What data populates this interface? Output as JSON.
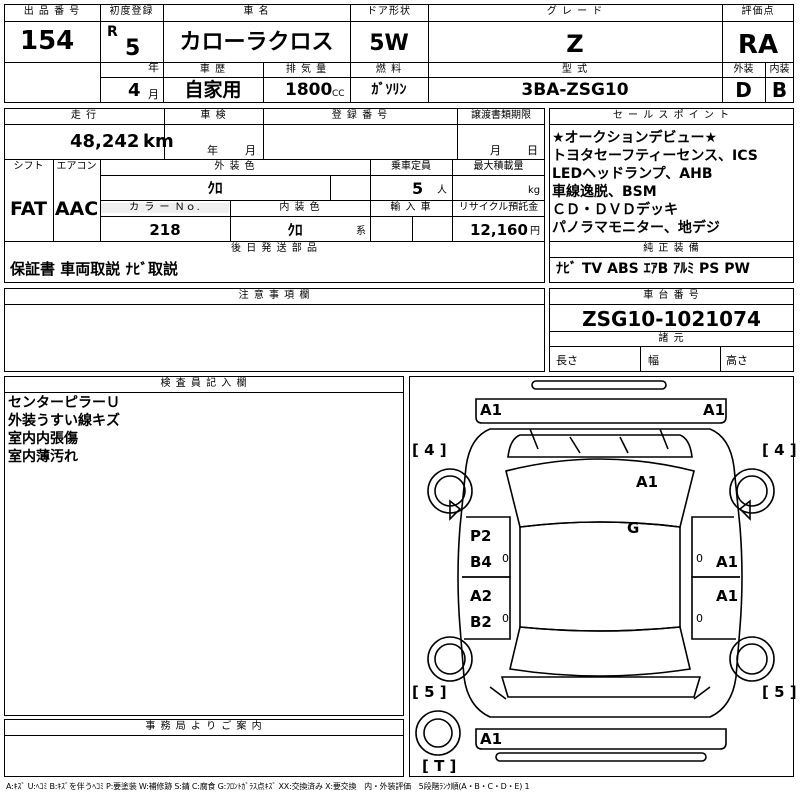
{
  "header": {
    "lot_no_label": "出 品 番 号",
    "lot_no": "154",
    "first_reg_label": "初度登録",
    "era": "R",
    "year": "5",
    "year_unit": "年",
    "month": "4",
    "month_unit": "月",
    "name_label": "車 名",
    "name": "カローラクロス",
    "door_label": "ドア形状",
    "door": "5W",
    "grade_label": "グ レ ー ド",
    "grade": "Z",
    "score_label": "評価点",
    "score": "RA",
    "history_label": "車 歴",
    "history": "自家用",
    "disp_label": "排 気 量",
    "disp": "1800",
    "disp_unit": "CC",
    "fuel_label": "燃 料",
    "fuel": "ｶﾞｿﾘﾝ",
    "model_label": "型 式",
    "model": "3BA-ZSG10",
    "ext_label": "外装",
    "ext": "D",
    "int_label": "内装",
    "int": "B"
  },
  "row2": {
    "mileage_label": "走 行",
    "mileage": "48,242",
    "mileage_unit": "km",
    "inspection_label": "車 検",
    "insp_year": "年",
    "insp_month": "月",
    "regno_label": "登 録 番 号",
    "transfer_label": "譲渡書類期限",
    "transfer_month": "月",
    "transfer_day": "日",
    "shift_label": "シフト",
    "ac_label": "エアコン",
    "shift": "FAT",
    "ac": "AAC",
    "ext_color_label": "外 装 色",
    "ext_color": "ｸﾛ",
    "capacity_label": "乗車定員",
    "capacity": "5",
    "capacity_unit": "人",
    "load_label": "最大積載量",
    "load_unit": "kg",
    "color_no_label": "カ ラ ー Ｎｏ.",
    "color_no": "218",
    "int_color_label": "内 装 色",
    "int_color": "ｸﾛ",
    "int_color_unit": "系",
    "import_label": "輸 入 車",
    "recycle_label": "リサイクル預託金",
    "recycle": "12,160",
    "recycle_unit": "円"
  },
  "sales_points": {
    "label": "セ ー ル ス ポ イ ン ト",
    "lines": [
      "★オークションデビュー★",
      "トヨタセーフティーセンス、ICS",
      "LEDヘッドランプ、AHB",
      "車線逸脱、BSM",
      "ＣＤ・ＤＶＤデッキ",
      "パノラマモニター、地デジ"
    ]
  },
  "parts": {
    "label": "後 日 発 送 部 品",
    "value": "保証書 車両取説 ﾅﾋﾞ取説"
  },
  "equipment": {
    "label": "純 正 装 備",
    "value": "ﾅﾋﾞ TV ABS ｴｱB ｱﾙﾐ PS PW"
  },
  "notes": {
    "label": "注 意 事 項 欄"
  },
  "chassis": {
    "label": "車 台 番 号",
    "value": "ZSG10-1021074",
    "spec_label": "諸 元",
    "length": "長さ",
    "width": "幅",
    "height": "高さ"
  },
  "inspector": {
    "label": "検 査 員 記 入 欄",
    "lines": [
      "センターピラーＵ",
      "外装うすい線キズ",
      "室内内張傷",
      "室内薄汚れ"
    ]
  },
  "office": {
    "label": "事 務 局 よ り ご 案 内"
  },
  "diagram": {
    "marks": {
      "fl_corner": "A1",
      "fr_corner": "A1",
      "tire_fl": "[ 4 ]",
      "tire_fr": "[ 4 ]",
      "hood": "A1",
      "windshield": "G",
      "left_front_door_a": "P2",
      "left_front_door_b": "B4",
      "left_rear_door_a": "A2",
      "left_rear_door_b": "B2",
      "right_front_door": "A1",
      "right_rear_door": "A1",
      "tire_rl": "[ 5 ]",
      "tire_rr": "[ 5 ]",
      "rear_bumper": "A1",
      "spare": "[ T ]",
      "zero_lf": "0",
      "zero_lr": "0",
      "zero_rf": "0",
      "zero_rr": "0"
    }
  },
  "legend": "A:ｷｽﾞ U:ﾍｺﾐ B:ｷｽﾞを伴うﾍｺﾐ P:要塗装 W:補修跡 S:錆 C:腐食 G:ﾌﾛﾝﾄｶﾞﾗｽ点ｷｽﾞ XX:交換済み X:要交換　内・外装評価　5段階ﾗﾝｸ順(A・B・C・D・E) 1"
}
